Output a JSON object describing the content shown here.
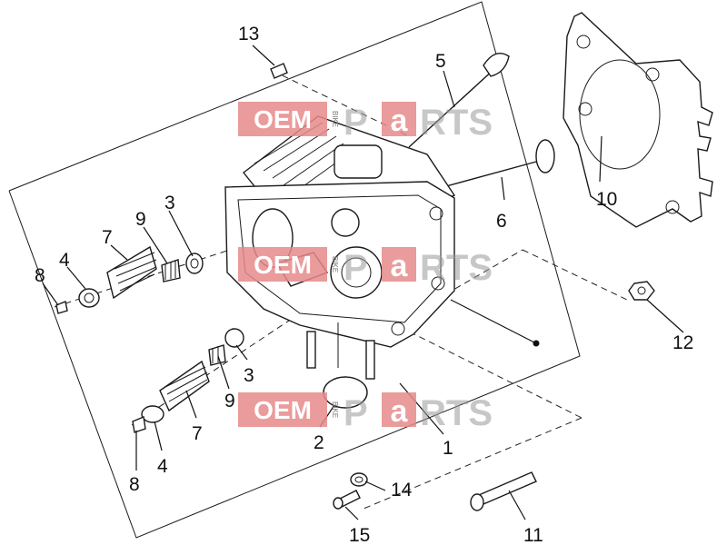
{
  "callouts": {
    "c1": "1",
    "c2": "2",
    "c3a": "3",
    "c3b": "3",
    "c4a": "4",
    "c4b": "4",
    "c5": "5",
    "c6": "6",
    "c7a": "7",
    "c7b": "7",
    "c8a": "8",
    "c8b": "8",
    "c9a": "9",
    "c9b": "9",
    "c10": "10",
    "c11": "11",
    "c12": "12",
    "c13": "13",
    "c14": "14",
    "c15": "15"
  },
  "watermark": {
    "oem": "OEM",
    "bike": "BIKE",
    "parts_a": "P",
    "parts_b": "a",
    "parts_c": "RTS"
  },
  "colors": {
    "watermark_red": "#e68a8a",
    "line": "#1a1a1a"
  }
}
